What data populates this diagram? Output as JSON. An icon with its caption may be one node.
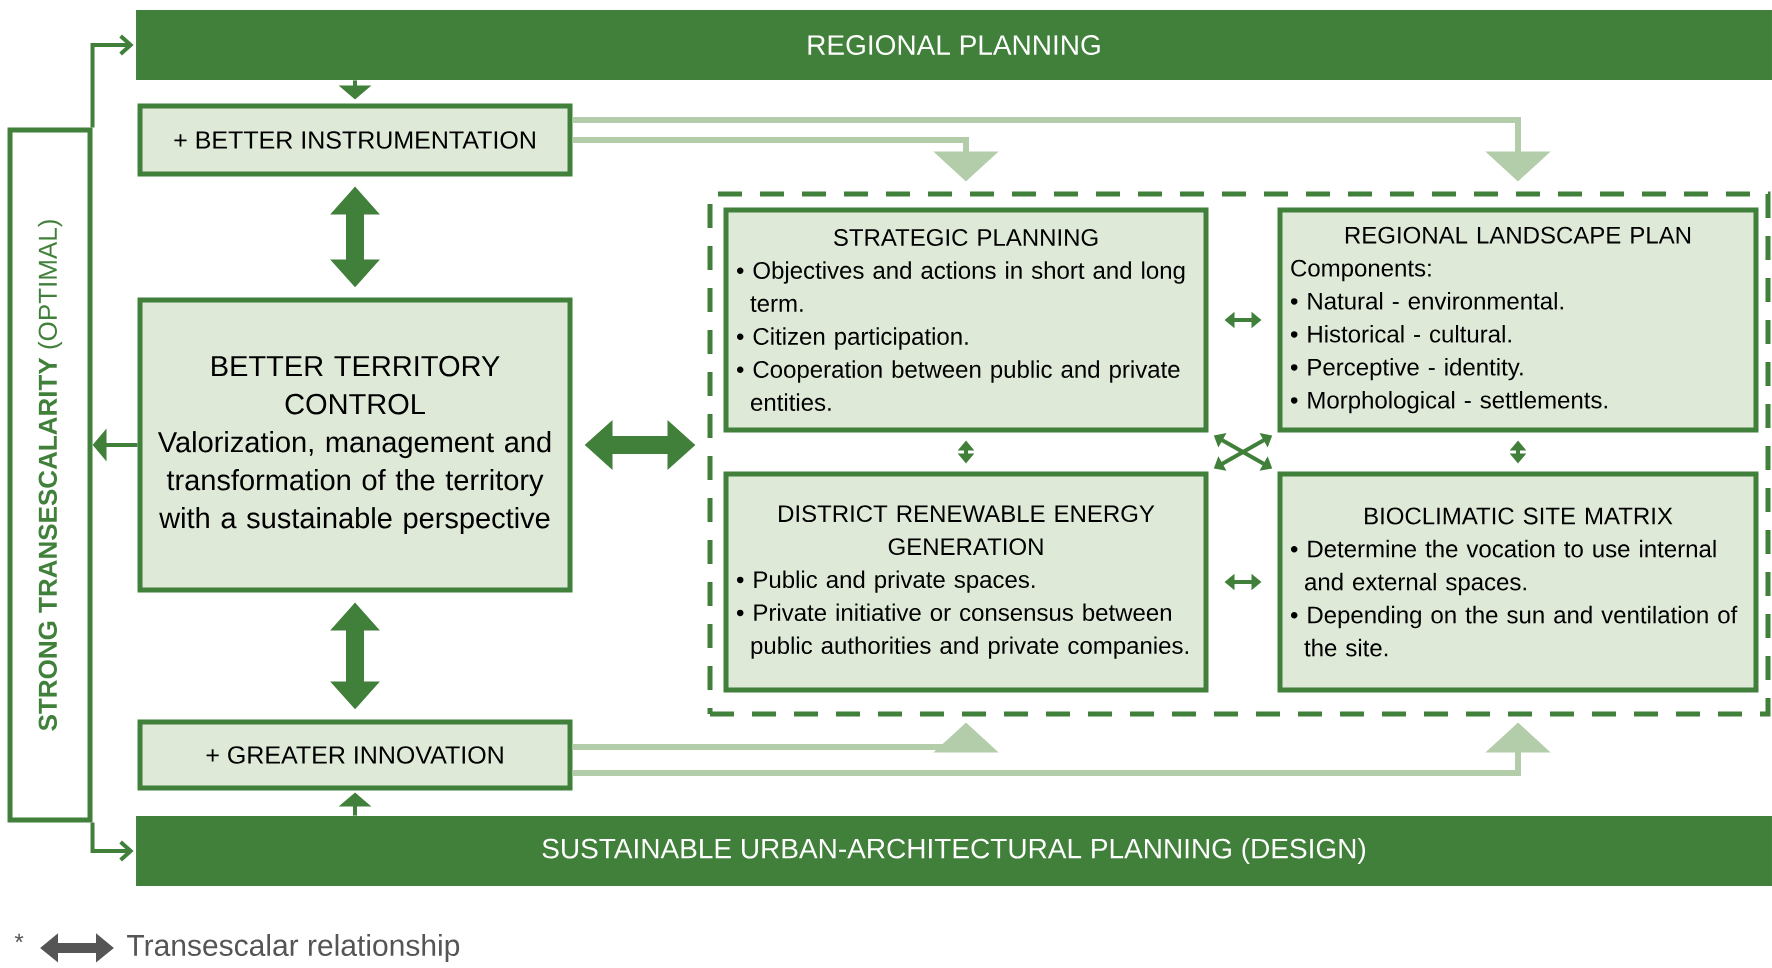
{
  "diagram": {
    "nodes": [
      {
        "text": [
          "REGIONAL PLANNING"
        ]
      },
      {
        "text": [
          "+ BETTER INSTRUMENTATION"
        ]
      },
      {
        "text": [
          "BETTER TERRITORY CONTROL",
          "Valorization, management and transformation of the territory with a sustainable perspective"
        ]
      },
      {
        "text": [],
        "shape": "box"
      },
      {
        "text": [
          "STRATEGIC PLANNING",
          "• Objectives and actions in short and long term.",
          "• Citizen participation.",
          "• Cooperation between public and private entities."
        ],
        "in": 3
      },
      {
        "text": [
          "REGIONAL LANDSCAPE PLAN",
          "Components:",
          "• Natural - environmental.",
          "• Historical - cultural.",
          "• Perceptive - identity.",
          "• Morphological - settlements."
        ],
        "in": 3
      },
      {
        "text": [
          "DISTRICT RENEWABLE ENERGY GENERATION",
          "• Public and private spaces.",
          "• Private initiative or consensus between public authorities and private companies."
        ],
        "in": 3
      },
      {
        "text": [
          "BIOCLIMATIC SITE MATRIX",
          "• Determine the vocation to use internal and external spaces.",
          "• Depending on the sun and ventilation of the site."
        ],
        "in": 3
      },
      {
        "text": [
          "+ GREATER INNOVATION"
        ]
      },
      {
        "text": [
          "SUSTAINABLE URBAN-ARCHITECTURAL PLANNING (DESIGN)"
        ]
      },
      {
        "text": [
          "**STRONG TRANSESCALARITY** (OPTIMAL)"
        ]
      }
    ],
    "edges": [
      {
        "from": 0,
        "to": 1,
        "arrow": "to"
      },
      {
        "from": 1,
        "to": 2,
        "arrow": "both",
        "style": "thick"
      },
      {
        "from": 2,
        "to": 3,
        "arrow": "both",
        "style": "thick"
      },
      {
        "from": 2,
        "to": 8,
        "arrow": "both",
        "style": "thick"
      },
      {
        "from": 9,
        "to": 8,
        "arrow": "to"
      },
      {
        "from": 1,
        "to": 4,
        "arrow": "to",
        "color": "#b3cdaa"
      },
      {
        "from": 1,
        "to": 5,
        "arrow": "to",
        "color": "#b3cdaa"
      },
      {
        "from": 8,
        "to": 6,
        "arrow": "to",
        "color": "#b3cdaa"
      },
      {
        "from": 8,
        "to": 7,
        "arrow": "to",
        "color": "#b3cdaa"
      },
      {
        "from": 4,
        "to": 5,
        "arrow": "both"
      },
      {
        "from": 4,
        "to": 6,
        "arrow": "both"
      },
      {
        "from": 4,
        "to": 7,
        "arrow": "both"
      },
      {
        "from": 5,
        "to": 6,
        "arrow": "both"
      },
      {
        "from": 5,
        "to": 7,
        "arrow": "both"
      },
      {
        "from": 6,
        "to": 7,
        "arrow": "both"
      },
      {
        "from": 2,
        "to": 10,
        "arrow": "to"
      },
      {
        "from": 10,
        "to": 0,
        "arrow": "to"
      },
      {
        "from": 10,
        "to": 9,
        "arrow": "to"
      }
    ],
    "labels": [
      "*"
    ],
    "legend": [
      {
        "text": "Transescalar relationship"
      }
    ]
  }
}
